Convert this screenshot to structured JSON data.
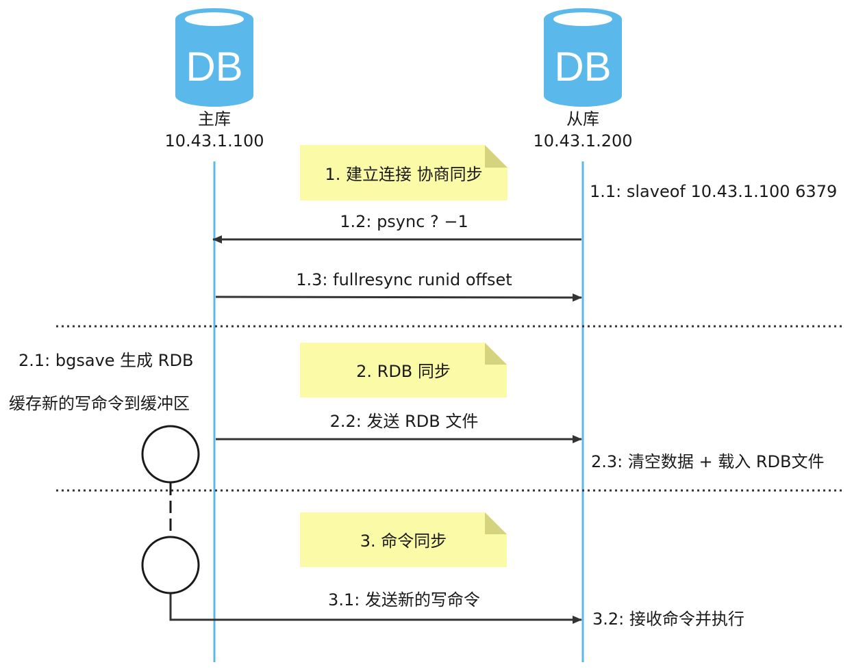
{
  "nodes": {
    "master": {
      "icon_text": "DB",
      "name": "主库",
      "ip": "10.43.1.100"
    },
    "slave": {
      "icon_text": "DB",
      "name": "从库",
      "ip": "10.43.1.200"
    }
  },
  "notes": {
    "phase1": "1. 建立连接 协商同步",
    "phase2": "2. RDB 同步",
    "phase3": "3. 命令同步"
  },
  "messages": {
    "m1_1": "1.1: slaveof 10.43.1.100 6379",
    "m1_2": "1.2: psync ? −1",
    "m1_3": "1.3: fullresync runid offset",
    "m2_1": "2.1: bgsave 生成 RDB",
    "m2_buffer": "缓存新的写命令到缓冲区",
    "m2_2": "2.2: 发送 RDB 文件",
    "m2_3": "2.3: 清空数据 + 载入 RDB文件",
    "m3_1": "3.1: 发送新的写命令",
    "m3_2": "3.2: 接收命令并执行"
  },
  "colors": {
    "db_blue": "#5BB8EA",
    "lifeline": "#5BB8EA",
    "note_fill": "#FBFAA6",
    "note_fold": "#D6D37E",
    "arrow": "#333333"
  }
}
